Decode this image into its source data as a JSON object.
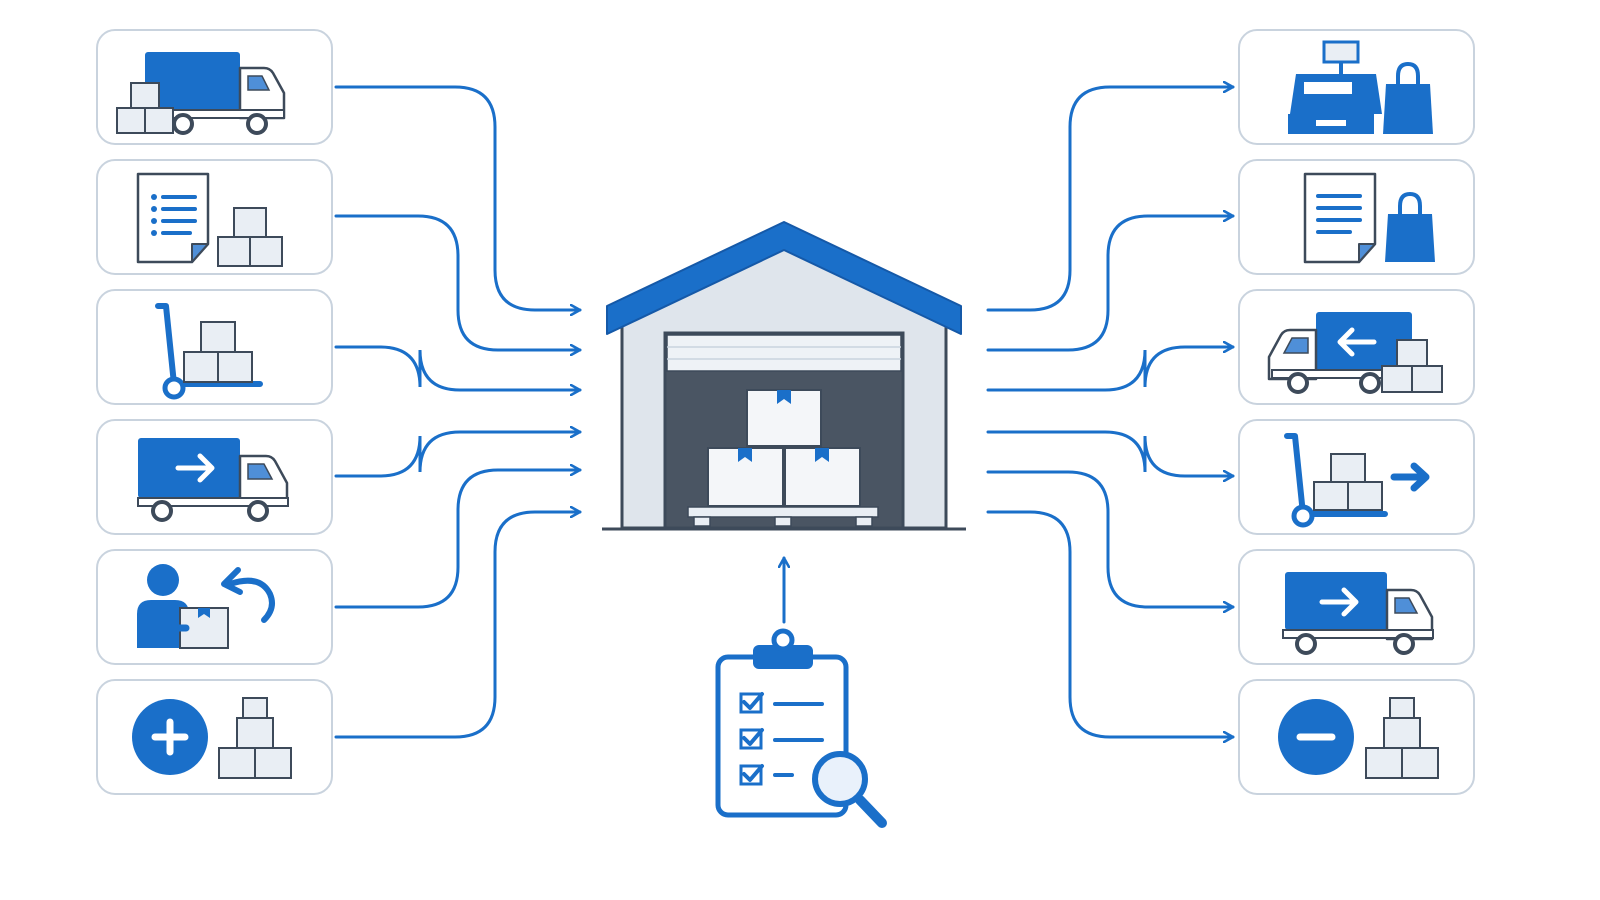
{
  "diagram": {
    "colors": {
      "accent": "#1a6fc9",
      "accent_dark": "#1559a8",
      "card_border": "#c9d3de",
      "box_fill": "#e9eef4",
      "box_stroke": "#3d4a5a",
      "wall": "#dfe5ec",
      "door_dark": "#4a5563",
      "background": "#ffffff"
    },
    "hub": {
      "icon": "warehouse-icon"
    },
    "inbound": [
      {
        "id": "supplier-delivery",
        "icon": "delivery-truck-boxes-icon"
      },
      {
        "id": "purchase-order-receipt",
        "icon": "document-boxes-icon"
      },
      {
        "id": "hand-truck-receiving",
        "icon": "hand-truck-icon"
      },
      {
        "id": "inbound-shipment",
        "icon": "truck-arrow-right-icon"
      },
      {
        "id": "customer-return",
        "icon": "person-return-icon"
      },
      {
        "id": "stock-increase",
        "icon": "plus-boxes-icon"
      }
    ],
    "outbound": [
      {
        "id": "retail-sale",
        "icon": "cash-register-bag-icon"
      },
      {
        "id": "sales-order",
        "icon": "document-bag-icon"
      },
      {
        "id": "return-to-vendor",
        "icon": "truck-arrow-left-icon"
      },
      {
        "id": "internal-transfer",
        "icon": "hand-truck-arrow-icon"
      },
      {
        "id": "outbound-shipment",
        "icon": "truck-arrow-right-icon"
      },
      {
        "id": "stock-decrease",
        "icon": "minus-boxes-icon"
      }
    ],
    "audit": {
      "icon": "clipboard-checklist-magnifier-icon"
    }
  }
}
